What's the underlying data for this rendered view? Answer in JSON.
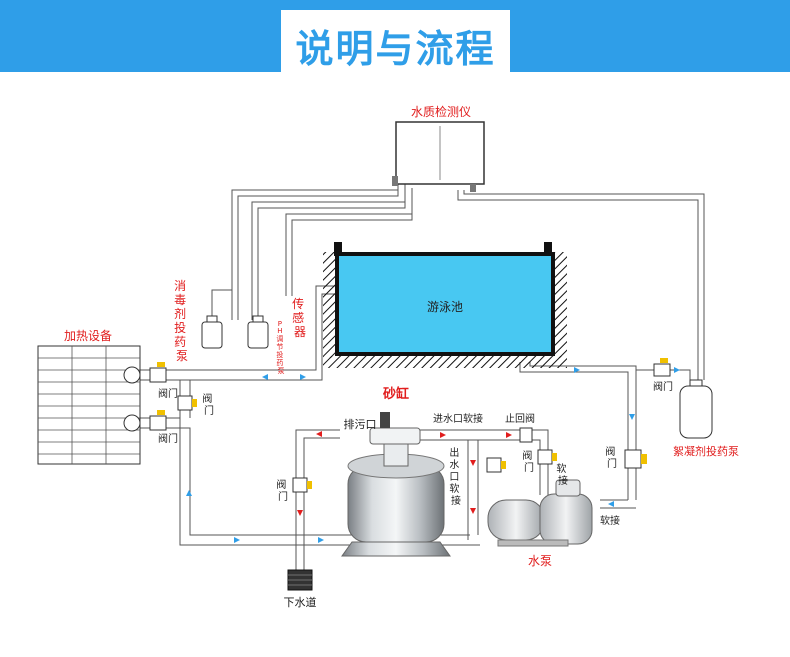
{
  "title": "说明与流程",
  "colors": {
    "banner": "#2f9ee8",
    "pool_water": "#48c8f2",
    "label_red": "#e11d1d",
    "flow_red": "#e11d1d",
    "flow_blue": "#2f9ee8"
  },
  "labels": {
    "water_monitor": "水质检测仪",
    "pool": "游泳池",
    "disinfect_pump": [
      "消",
      "毒",
      "剂",
      "投",
      "药",
      "泵"
    ],
    "sensor": [
      "传",
      "感",
      "器"
    ],
    "ph_pump": [
      "P",
      "H",
      "调",
      "节",
      "投",
      "药",
      "泵"
    ],
    "heater": "加热设备",
    "valve": "阀门",
    "valve_v": [
      "阀",
      "门"
    ],
    "sand_tank": "砂缸",
    "drain_outlet": "排污口",
    "inlet_hose": "进水口软接",
    "check_valve": "止回阀",
    "outlet_hose": [
      "出",
      "水",
      "口",
      "软",
      "接"
    ],
    "hose": "软接",
    "hose_v": [
      "软",
      "接"
    ],
    "flocculant_pump": "絮凝剂投药泵",
    "water_pump": "水泵",
    "sewer": "下水道"
  }
}
